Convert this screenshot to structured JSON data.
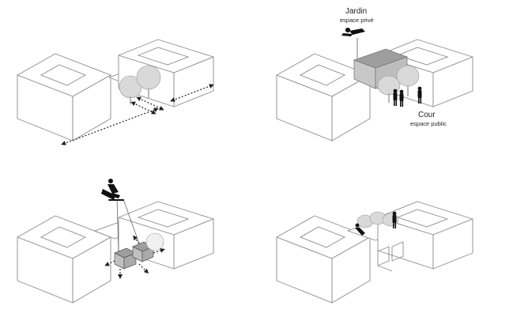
{
  "labels": {
    "jardin": "Jardin",
    "espace_prive": "espace privé",
    "cour": "Cour",
    "espace_public": "espace public"
  },
  "colors": {
    "line": "#8a8a8a",
    "grey_volume": "#bdbdbd",
    "tree": "#d9d9d9",
    "silhouette": "#111111"
  }
}
